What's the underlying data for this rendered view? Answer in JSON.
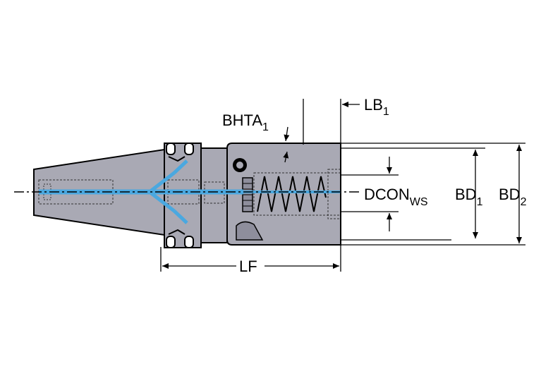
{
  "diagram": {
    "labels": {
      "bhta": {
        "main": "BHTA",
        "sub": "1"
      },
      "lb": {
        "main": "LB",
        "sub": "1"
      },
      "dcon": {
        "main": "DCON",
        "sub": "WS"
      },
      "bd1": {
        "main": "BD",
        "sub": "1"
      },
      "bd2": {
        "main": "BD",
        "sub": "2"
      },
      "lf": {
        "main": "LF"
      }
    },
    "colors": {
      "body": "#a9a9b4",
      "body_dark": "#8e8e9c",
      "coolant": "#4aa8e0",
      "outline": "#000000",
      "background": "#ffffff"
    }
  }
}
